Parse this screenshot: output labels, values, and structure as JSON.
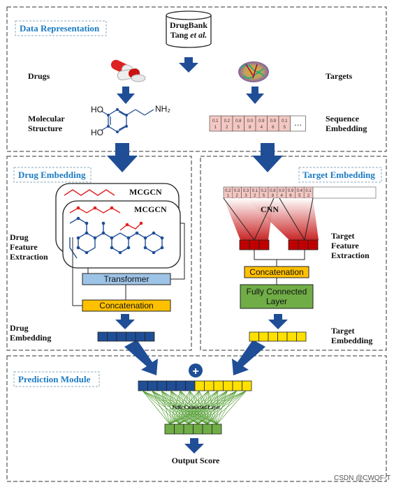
{
  "sections": {
    "data_representation": "Data Representation",
    "drug_embedding": "Drug Embedding",
    "target_embedding": "Target Embedding",
    "prediction_module": "Prediction Module"
  },
  "database": {
    "line1": "DrugBank",
    "line2": "Tang ",
    "line2_italic": "et al."
  },
  "labels": {
    "drugs": "Drugs",
    "targets": "Targets",
    "molecular": "Molecular",
    "structure": "Structure",
    "sequence": "Sequence",
    "embedding": "Embedding",
    "drug": "Drug",
    "feature": "Feature",
    "extraction": "Extraction",
    "drug_emb_1": "Drug",
    "drug_emb_2": "Embedding",
    "target_feat_1": "Target",
    "target_feat_2": "Feature",
    "target_feat_3": "Extraction",
    "target_emb_1": "Target",
    "target_emb_2": "Embedding",
    "output": "Output Score"
  },
  "molecule": {
    "ho_top": "HO",
    "ho_bottom": "HO",
    "nh2": "NH₂"
  },
  "sequence_cells": {
    "top": [
      "0.1",
      "0.2",
      "0.8",
      "0.0",
      "0.9",
      "0.9",
      "0.1"
    ],
    "bottom": [
      "1",
      "2",
      "5",
      "8",
      "4",
      "6",
      "5"
    ],
    "ellipsis": "…"
  },
  "small_seq_cells": {
    "top": [
      "0.2",
      "0.3",
      "0.3",
      "0.1",
      "0.2",
      "0.8",
      "0.0",
      "0.9",
      "0.4",
      "0.1"
    ],
    "bottom": [
      "1",
      "2",
      "3",
      "2",
      "5",
      "8",
      "4",
      "6",
      "5",
      "2"
    ]
  },
  "blocks": {
    "mcgcn_1": "MCGCN",
    "mcgcn_2": "MCGCN",
    "transformer": "Transformer",
    "concat_drug": "Concatenation",
    "cnn": "CNN",
    "concat_target": "Concatenation",
    "fc_1": "Fully Connected",
    "fc_2": "Layer",
    "fc_small": "Fully Connected Layer",
    "plus": "+"
  },
  "watermark": "CSDN @CWQF-T",
  "colors": {
    "arrow": "#1f4e96",
    "title": "#1a7bc4",
    "drug_vec": "#1f4e96",
    "target_vec": "#ffe000",
    "concat": "#ffc000",
    "transformer": "#9dc3e6",
    "fc": "#70ad47",
    "cnn_red": "#c00000",
    "bond_red": "#e02020",
    "bond_blue": "#1f4e96"
  }
}
